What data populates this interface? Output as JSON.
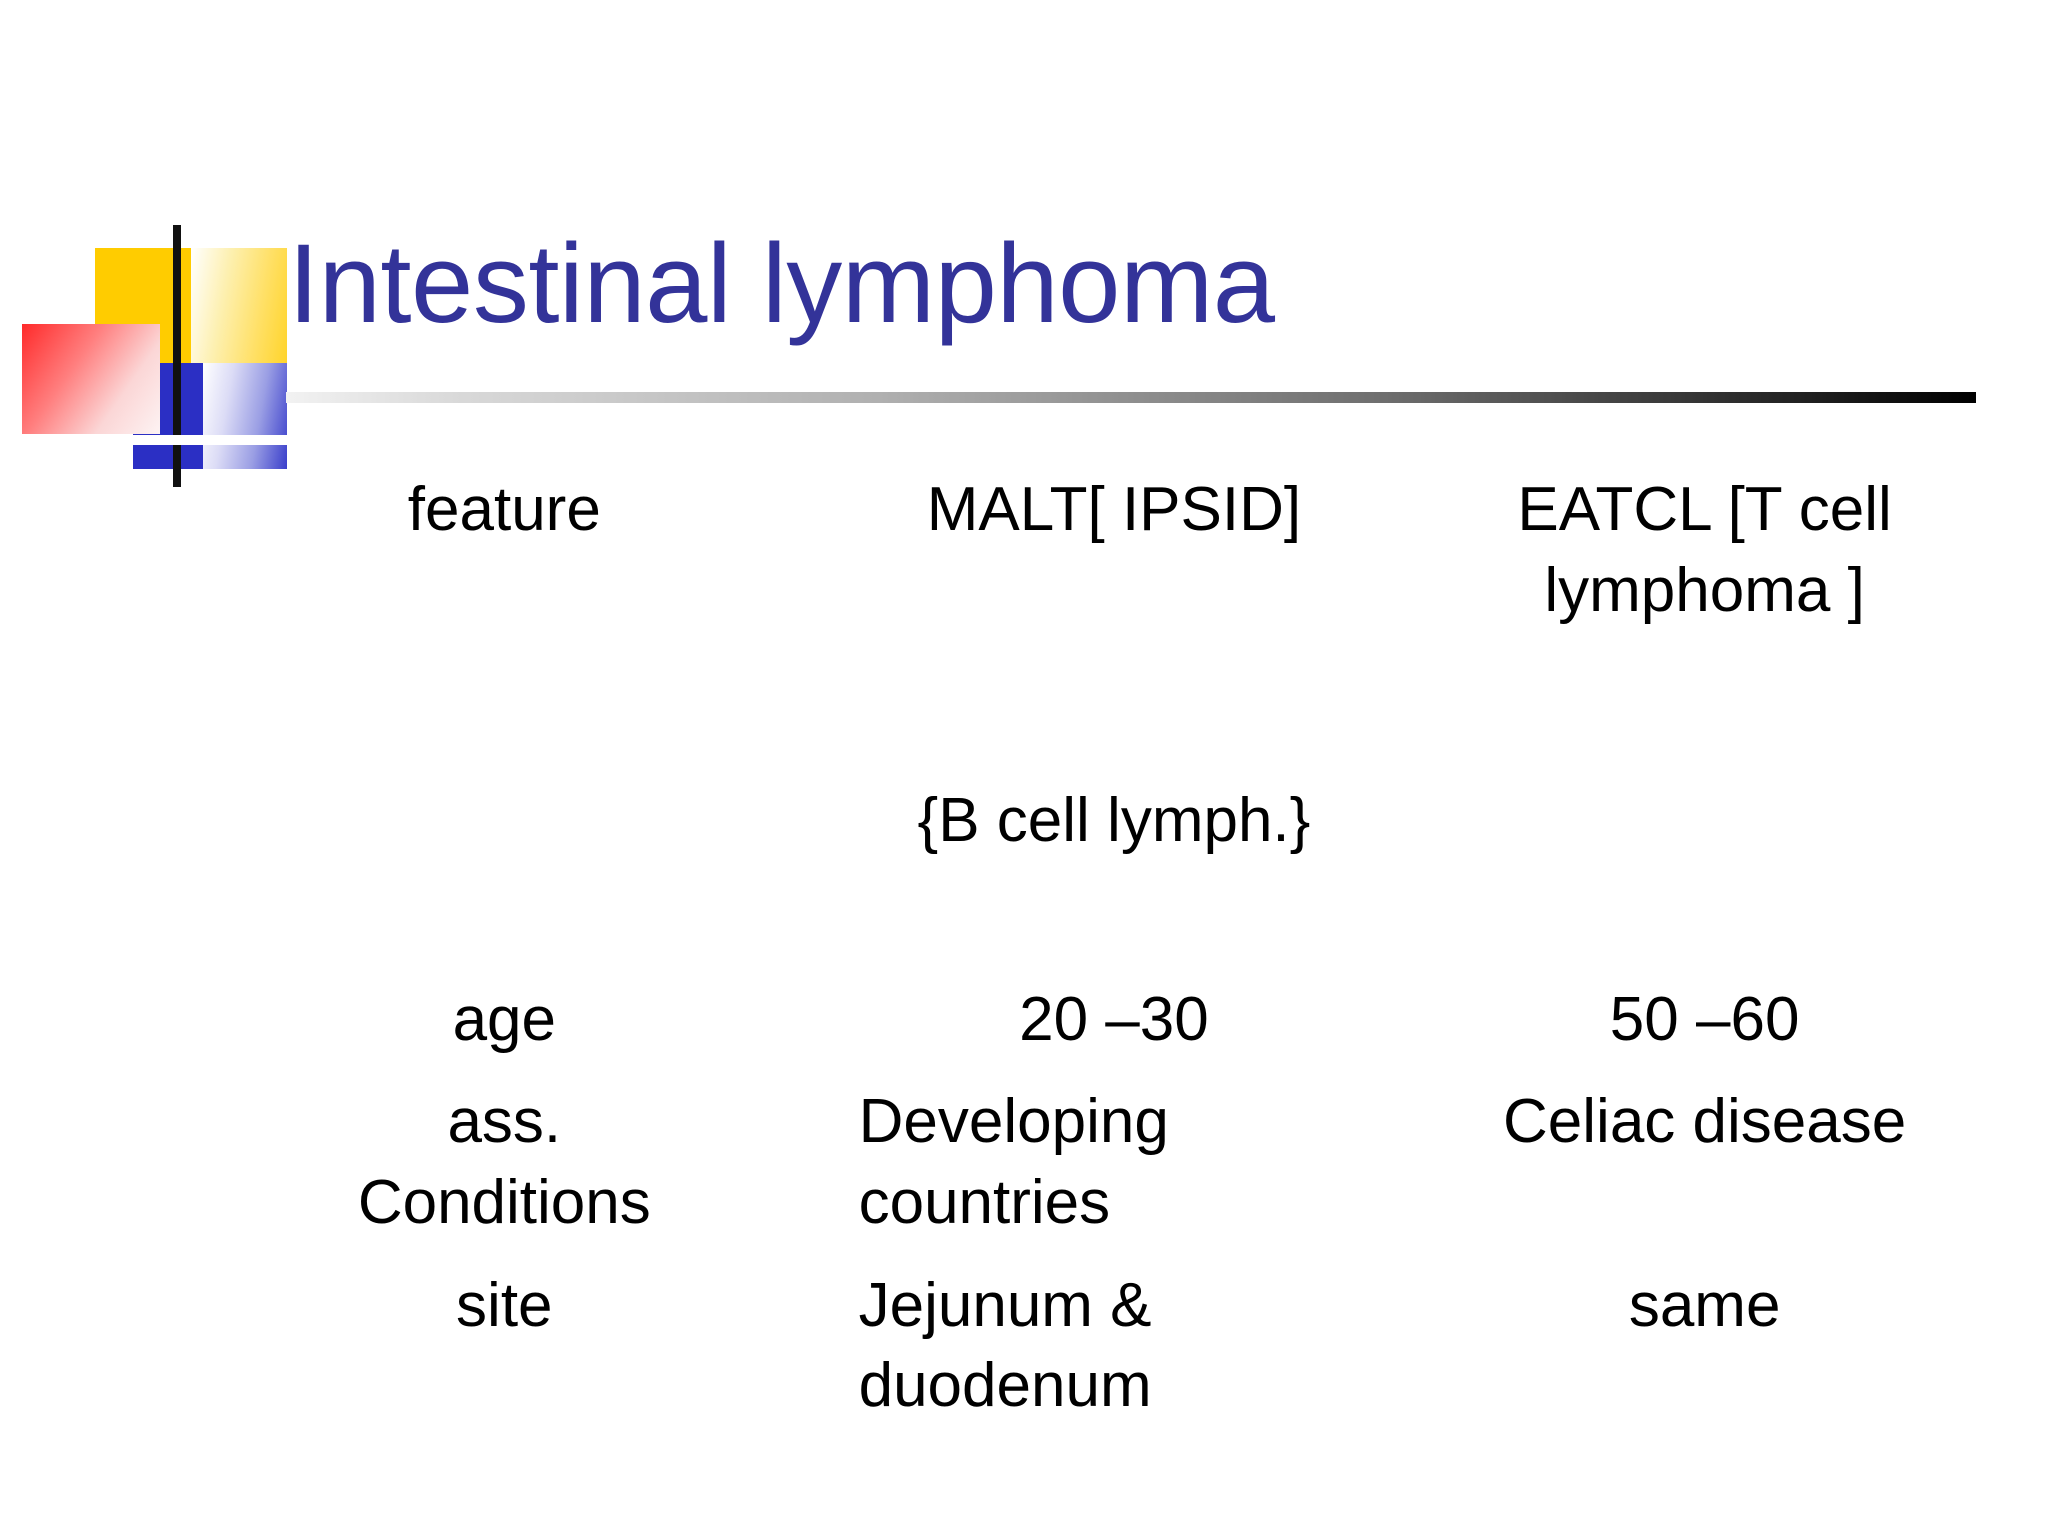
{
  "slide": {
    "title": "Intestinal lymphoma",
    "title_color": "#333399",
    "background_color": "#ffffff",
    "text_color": "#000000"
  },
  "logo": {
    "name": "decorative-squares-logo",
    "colors": {
      "yellow": "#FFCC00",
      "yellow_light": "#FFE066",
      "red": "#FF2A2A",
      "blue": "#2B2FC4",
      "line": "#111111"
    }
  },
  "divider": {
    "gradient_from": "#f2f2f2",
    "gradient_to": "#000000"
  },
  "table": {
    "headers": {
      "feature": "feature",
      "malt": "MALT[ IPSID]",
      "eatcl_line1": "EATCL [T cell",
      "eatcl_line2": "lymphoma ]"
    },
    "subheader": {
      "malt": "{B cell lymph.}"
    },
    "rows": [
      {
        "feature": "age",
        "malt": "20 –30",
        "eatcl": "50 –60"
      },
      {
        "feature": "ass.",
        "malt": "Developing",
        "eatcl": "Celiac disease"
      },
      {
        "feature": "Conditions",
        "malt": "countries",
        "eatcl": ""
      },
      {
        "feature": "site",
        "malt": "Jejunum &",
        "eatcl": "same"
      },
      {
        "feature": "",
        "malt": "duodenum",
        "eatcl": ""
      }
    ]
  }
}
